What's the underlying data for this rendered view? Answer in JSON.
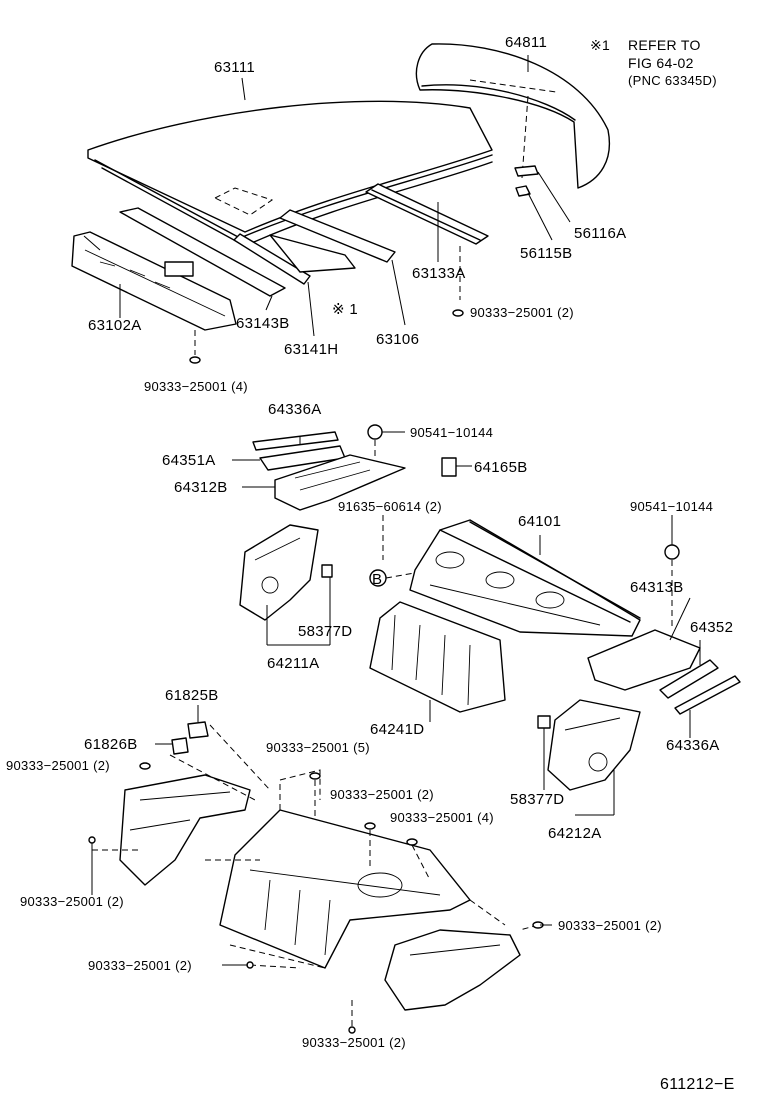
{
  "note": {
    "mark": "※1",
    "line1": "REFER TO",
    "line2": "FIG 64-02",
    "line3": "(PNC 63345D)"
  },
  "roof_parts": {
    "p63111": "63111",
    "p64811": "64811",
    "p56116A": "56116A",
    "p56115B": "56115B",
    "p63133A": "63133A",
    "p63102A": "63102A",
    "p63143B": "63143B",
    "p63141H": "63141H",
    "p63106": "63106",
    "ref1": "※ 1",
    "bolt_roof_right": "90333−25001 (2)",
    "bolt_roof_left": "90333−25001 (4)"
  },
  "middle_parts": {
    "p64336A_top": "64336A",
    "p90541_top": "90541−10144",
    "p64351A": "64351A",
    "p64165B": "64165B",
    "p64312B": "64312B",
    "p91635": "91635−60614 (2)",
    "p64101": "64101",
    "p90541_right": "90541−10144",
    "p64313B": "64313B",
    "p64352": "64352",
    "p58377D_left": "58377D",
    "p64211A": "64211A",
    "p64241D": "64241D",
    "p64336A_right": "64336A",
    "circle_b": "B"
  },
  "floor_parts": {
    "p61825B": "61825B",
    "p61826B": "61826B",
    "bolt_a": "90333−25001 (2)",
    "bolt_b": "90333−25001 (5)",
    "bolt_c": "90333−25001 (2)",
    "bolt_d": "90333−25001 (4)",
    "bolt_e": "90333−25001 (2)",
    "bolt_f": "90333−25001 (2)",
    "bolt_g": "90333−25001 (2)",
    "bolt_h": "90333−25001 (2)",
    "p58377D_right": "58377D",
    "p64212A": "64212A"
  },
  "figure_code": "611212−E"
}
